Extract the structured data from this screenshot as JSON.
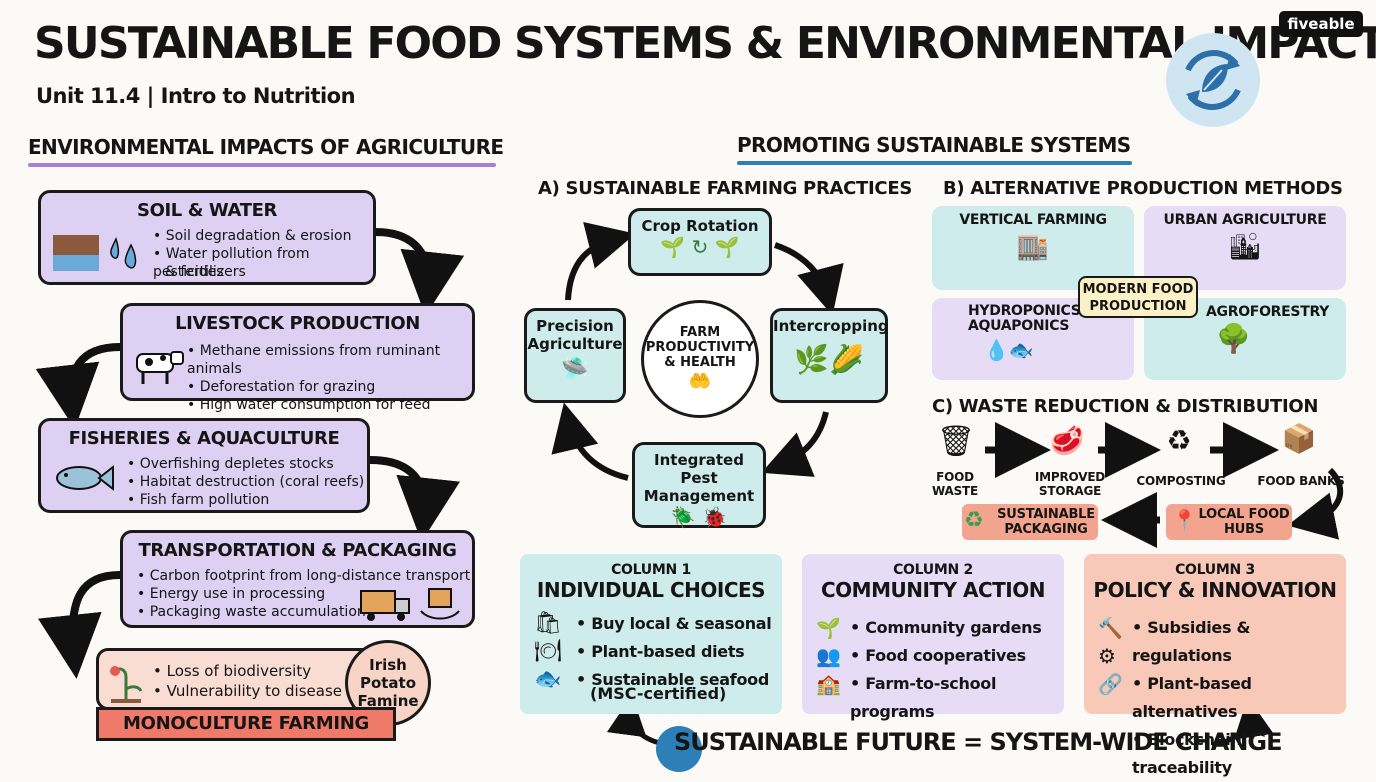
{
  "header": {
    "title": "SUSTAINABLE FOOD SYSTEMS & ENVIRONMENTAL IMPACT",
    "subtitle": "Unit 11.4 | Intro to Nutrition",
    "brand": "fiveable"
  },
  "left": {
    "heading": "ENVIRONMENTAL IMPACTS OF AGRICULTURE",
    "boxes": [
      {
        "title": "SOIL & WATER",
        "items": [
          "Soil degradation & erosion",
          "Water pollution from pesticides",
          "& fertilizers"
        ]
      },
      {
        "title": "LIVESTOCK PRODUCTION",
        "items": [
          "Methane emissions from ruminant animals",
          "Deforestation for grazing",
          "High water consumption for feed"
        ]
      },
      {
        "title": "FISHERIES & AQUACULTURE",
        "items": [
          "Overfishing depletes stocks",
          "Habitat destruction (coral reefs)",
          "Fish farm pollution"
        ]
      },
      {
        "title": "TRANSPORTATION & PACKAGING",
        "items": [
          "Carbon footprint from long-distance transport",
          "Energy use in processing",
          "Packaging waste accumulation"
        ]
      }
    ],
    "monoculture": {
      "items": [
        "Loss of biodiversity",
        "Vulnerability to disease"
      ],
      "badge": [
        "Irish",
        "Potato",
        "Famine"
      ],
      "banner": "MONOCULTURE FARMING"
    }
  },
  "right": {
    "heading": "PROMOTING SUSTAINABLE SYSTEMS",
    "farming": {
      "heading": "A) SUSTAINABLE FARMING PRACTICES",
      "nodes": {
        "top": "Crop Rotation",
        "right": "Intercropping",
        "bottom": [
          "Integrated Pest",
          "Management"
        ],
        "left": [
          "Precision",
          "Agriculture"
        ]
      },
      "center": [
        "FARM",
        "PRODUCTIVITY",
        "& HEALTH"
      ]
    },
    "alternative": {
      "heading": "B) ALTERNATIVE PRODUCTION METHODS",
      "quads": [
        "VERTICAL FARMING",
        "URBAN AGRICULTURE",
        "HYDROPONICS/",
        "AQUAPONICS",
        "AGROFORESTRY"
      ],
      "center": [
        "MODERN FOOD",
        "PRODUCTION"
      ]
    },
    "waste": {
      "heading": "C) WASTE REDUCTION & DISTRIBUTION",
      "steps": [
        [
          "FOOD",
          "WASTE"
        ],
        [
          "IMPROVED",
          "STORAGE"
        ],
        [
          "COMPOSTING"
        ],
        [
          "FOOD BANKS"
        ]
      ],
      "hubs": [
        "LOCAL FOOD",
        "HUBS"
      ],
      "packaging": [
        "SUSTAINABLE",
        "PACKAGING"
      ]
    },
    "columns": [
      {
        "label": "COLUMN 1",
        "title": "INDIVIDUAL CHOICES",
        "items": [
          "Buy local & seasonal",
          "Plant-based diets",
          "Sustainable seafood"
        ],
        "note": "(MSC-certified)"
      },
      {
        "label": "COLUMN 2",
        "title": "COMMUNITY ACTION",
        "items": [
          "Community gardens",
          "Food cooperatives",
          "Farm-to-school programs"
        ]
      },
      {
        "label": "COLUMN 3",
        "title": "POLICY & INNOVATION",
        "items": [
          "Subsidies & regulations",
          "Plant-based alternatives",
          "Blockchain traceability"
        ]
      }
    ],
    "footer": "SUSTAINABLE FUTURE = SYSTEM-WIDE CHANGE"
  },
  "colors": {
    "purple": "#ddd0f2",
    "teal": "#cdeceb",
    "salmon": "#f8c9b8",
    "banner": "#f07a6a",
    "accent_purple": "#a77fd8",
    "accent_blue": "#2d7fb8"
  }
}
